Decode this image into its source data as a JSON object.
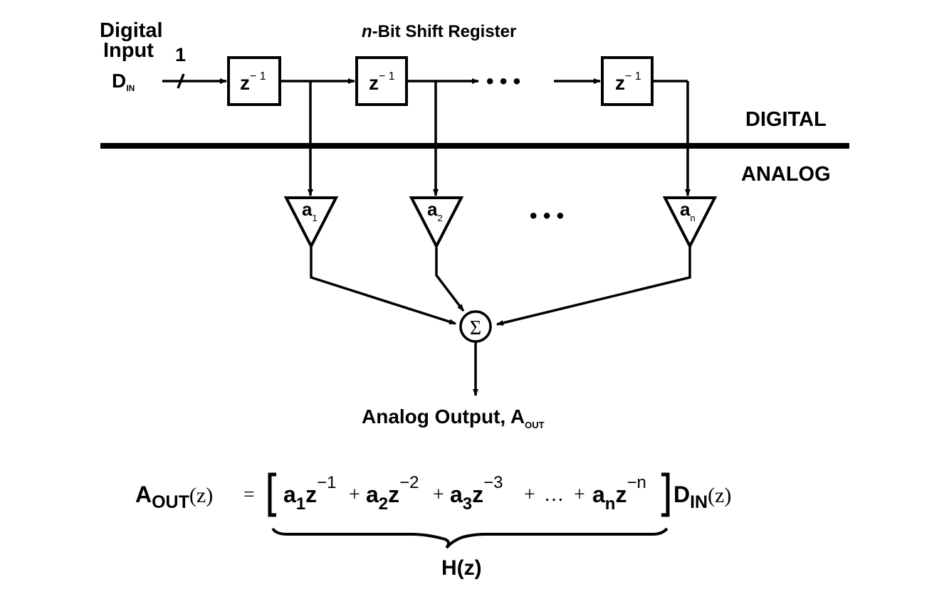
{
  "diagram": {
    "title": "n-Bit Shift Register",
    "title_italic_part": "n",
    "title_rest": "-Bit Shift Register",
    "input": {
      "label_line1": "Digital",
      "label_line2": "Input",
      "signal_main": "D",
      "signal_sub": "IN",
      "bus_width": "1"
    },
    "delay_blocks": [
      {
        "base": "z",
        "exp": "− 1"
      },
      {
        "base": "z",
        "exp": "− 1"
      },
      {
        "base": "z",
        "exp": "− 1"
      }
    ],
    "ellipsis": "•  •  •",
    "domains": {
      "top": "DIGITAL",
      "bottom": "ANALOG"
    },
    "gains": [
      {
        "base": "a",
        "sub": "1"
      },
      {
        "base": "a",
        "sub": "2"
      },
      {
        "base": "a",
        "sub": "n"
      }
    ],
    "summer_symbol": "Σ",
    "output": {
      "label": "Analog Output, A",
      "sub": "OUT"
    }
  },
  "equation": {
    "lhs_main": "A",
    "lhs_sub": "OUT",
    "lhs_arg": "(z)",
    "equals": "=",
    "terms": [
      {
        "coef": "a",
        "sub": "1",
        "var": "z",
        "exp": "−1"
      },
      {
        "coef": "a",
        "sub": "2",
        "var": "z",
        "exp": "−2"
      },
      {
        "coef": "a",
        "sub": "3",
        "var": "z",
        "exp": "−3"
      },
      {
        "coef": "a",
        "sub": "n",
        "var": "z",
        "exp": "−n"
      }
    ],
    "plus": "+",
    "dots": "…",
    "rhs_main": "D",
    "rhs_sub": "IN",
    "rhs_arg": "(z)",
    "brace_label": "H(z)"
  }
}
